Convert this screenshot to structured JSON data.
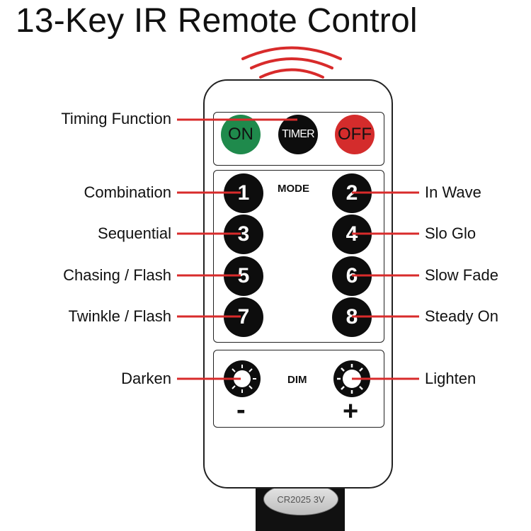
{
  "title": "13-Key IR Remote Control",
  "colors": {
    "callout_line": "#d82b2b",
    "on_button": "#1f8a4c",
    "off_button": "#d42c2c",
    "key": "#0d0d0d"
  },
  "timing_panel": {
    "on": "ON",
    "timer": "TIMER",
    "off": "OFF"
  },
  "mode_panel": {
    "label": "MODE",
    "keys": [
      "1",
      "2",
      "3",
      "4",
      "5",
      "6",
      "7",
      "8"
    ]
  },
  "dim_panel": {
    "label": "DIM",
    "minus": "-",
    "plus": "+",
    "minus_icon": "sun-dim-icon",
    "plus_icon": "sun-bright-icon"
  },
  "battery_label": "CR2025 3V",
  "callouts_left": [
    "Timing Function",
    "Combination",
    "Sequential",
    "Chasing / Flash",
    "Twinkle / Flash",
    "Darken"
  ],
  "callouts_right": [
    "In Wave",
    "Slo Glo",
    "Slow Fade",
    "Steady On",
    "Lighten"
  ]
}
